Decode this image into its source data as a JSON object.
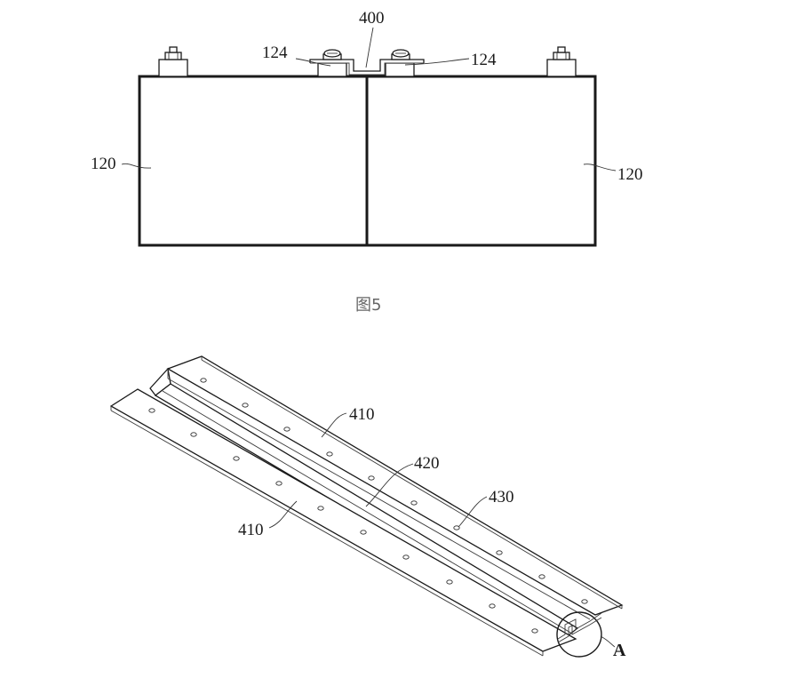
{
  "figure5": {
    "caption": "图5",
    "labels": {
      "busbar": "400",
      "terminal_left": "124",
      "terminal_right": "124",
      "cell_left": "120",
      "cell_right": "120"
    }
  },
  "figure6": {
    "labels": {
      "flange_upper": "410",
      "groove": "420",
      "hole": "430",
      "flange_lower": "410",
      "detail": "A"
    }
  }
}
